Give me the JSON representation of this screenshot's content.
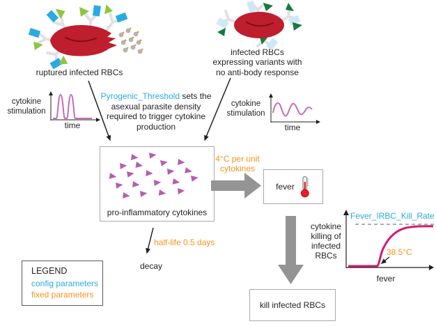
{
  "diagram": {
    "ruptured_rbc": {
      "label": "ruptured infected RBCs"
    },
    "variant_rbc": {
      "label": "infected RBCs expressing variants with no anti-body response"
    },
    "pyrogenic_note": {
      "param": "Pyrogenic_Threshold",
      "rest": " sets the asexual parasite density required to trigger cytokine production"
    },
    "left_plot": {
      "ylabel": "cytokine stimulation",
      "xlabel": "time"
    },
    "right_plot": {
      "ylabel": "cytokine stimulation",
      "xlabel": "time"
    },
    "cytokine_box": {
      "label": "pro-inflammatory cytokines"
    },
    "fever_conversion": {
      "label": "4°C per unit cytokines"
    },
    "fever_box": {
      "label": "fever"
    },
    "decay": {
      "label": "decay",
      "rate_label": "half-life 0.5 days"
    },
    "kill_box": {
      "label": "kill infected RBCs"
    },
    "kill_plot": {
      "title": "Fever_IRBC_Kill_Rate",
      "ylabel": "cytokine killing of infected RBCs",
      "xlabel": "fever",
      "threshold": "38.5°C"
    }
  },
  "legend": {
    "title": "LEGEND",
    "items": [
      {
        "label": "config parameters",
        "color": "#29abe2",
        "meaning": "config parameters shown in cyan"
      },
      {
        "label": "fixed parameters",
        "color": "#f7941d",
        "meaning": "fixed parameters shown in orange"
      }
    ]
  },
  "colors": {
    "config_param_cyan": "#29abe2",
    "fixed_param_orange": "#f7941d",
    "cytokine_triangle_purple": "#b45fb0",
    "stimulation_curve_pink": "#c66bb6",
    "kill_curve_magenta": "#cf1e6d",
    "rbc_red": "#be1e2d",
    "antigen_green_light": "#8dc63f",
    "antigen_green_dark": "#17793e",
    "antibody_blue": "#29abe2",
    "antibody_blue_pale": "#cfe8f8",
    "flow_arrow_gray": "#949494",
    "box_border_gray": "#a7a9ac",
    "text_dark": "#231f20",
    "thermometer_red": "#ed1c24"
  },
  "icons": {
    "ruptured_rbc_icon": "ruptured red blood cell with antibodies, antigens and released merozoites",
    "variant_rbc_icon": "infected red blood cell with surface variants and pale antibodies",
    "thermometer_icon": "red thermometer",
    "cytokine_triangles": "scatter of purple triangles representing cytokine molecules"
  },
  "chart_data": [
    {
      "id": "stimulation-from-ruptured-irbc",
      "type": "line",
      "title": "",
      "xlabel": "time",
      "ylabel": "cytokine stimulation",
      "x": [
        0,
        1,
        2,
        2.5,
        3,
        3.5,
        4,
        4.5,
        5,
        5.5,
        6,
        7,
        8,
        9,
        10
      ],
      "y": [
        0,
        0,
        0,
        0.5,
        1,
        0.5,
        0,
        0.5,
        1,
        0.5,
        0,
        0,
        0,
        0,
        0
      ],
      "description": "two sharp periodic pulses of cytokine stimulation over time",
      "line_color": "#c66bb6",
      "axes": "unlabeled arrow axes, no ticks, no grid"
    },
    {
      "id": "stimulation-from-variant-irbc",
      "type": "line",
      "title": "",
      "xlabel": "time",
      "ylabel": "cytokine stimulation",
      "x": [
        0,
        1,
        2,
        3,
        4,
        5,
        6,
        7,
        8,
        9,
        10
      ],
      "y": [
        0.5,
        0.9,
        0.5,
        0.1,
        0.5,
        0.9,
        0.5,
        0.1,
        0.5,
        0.9,
        0.6
      ],
      "description": "continuous low-amplitude oscillating cytokine stimulation over time",
      "line_color": "#c66bb6",
      "axes": "unlabeled arrow axes, no ticks, no grid"
    },
    {
      "id": "fever-irbc-kill-rate",
      "type": "line",
      "title": "Fever_IRBC_Kill_Rate",
      "xlabel": "fever",
      "ylabel": "cytokine killing of infected RBCs",
      "x": [
        36,
        37,
        38,
        38.5,
        39,
        39.5,
        40,
        40.5,
        41,
        42
      ],
      "y": [
        0,
        0,
        0,
        0.02,
        0.35,
        0.65,
        0.85,
        0.95,
        0.99,
        1
      ],
      "description": "sigmoid: zero killing below 38.5°C fever threshold, saturating at Fever_IRBC_Kill_Rate (dashed asymptote)",
      "annotations": [
        {
          "text": "38.5°C",
          "x": 38.5,
          "y": 0,
          "color": "#f7941d"
        },
        {
          "text": "Fever_IRBC_Kill_Rate",
          "meaning": "dashed asymptote at maximum kill rate",
          "color": "#29abe2"
        }
      ],
      "line_color": "#cf1e6d",
      "axes": "unlabeled arrow axes, no ticks, no grid"
    }
  ]
}
